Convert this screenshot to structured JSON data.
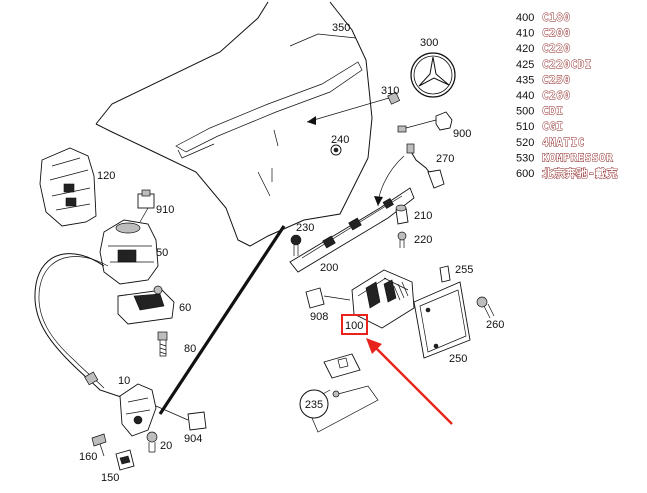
{
  "legend": [
    {
      "code": "400",
      "badge": "C180"
    },
    {
      "code": "410",
      "badge": "C200"
    },
    {
      "code": "420",
      "badge": "C220"
    },
    {
      "code": "425",
      "badge": "C220CDI"
    },
    {
      "code": "435",
      "badge": "C250"
    },
    {
      "code": "440",
      "badge": "C260"
    },
    {
      "code": "500",
      "badge": "CDI"
    },
    {
      "code": "510",
      "badge": "CGI"
    },
    {
      "code": "520",
      "badge": "4MATIC"
    },
    {
      "code": "530",
      "badge": "KOMPRESSOR"
    },
    {
      "code": "600",
      "badge": "北京奔驰-戴克"
    }
  ],
  "callouts": {
    "c350": "350",
    "c300": "300",
    "c310": "310",
    "c240": "240",
    "c900": "900",
    "c270": "270",
    "c120": "120",
    "c910": "910",
    "c50": "50",
    "c230": "230",
    "c210": "210",
    "c220": "220",
    "c200": "200",
    "c255": "255",
    "c60": "60",
    "c908": "908",
    "c260": "260",
    "c80": "80",
    "c250": "250",
    "c10": "10",
    "c235": "235",
    "c904": "904",
    "c20": "20",
    "c160": "160",
    "c150": "150",
    "c100": "100"
  },
  "colors": {
    "highlight": "#e8231b",
    "badge_outline": "#8a1b1b"
  }
}
